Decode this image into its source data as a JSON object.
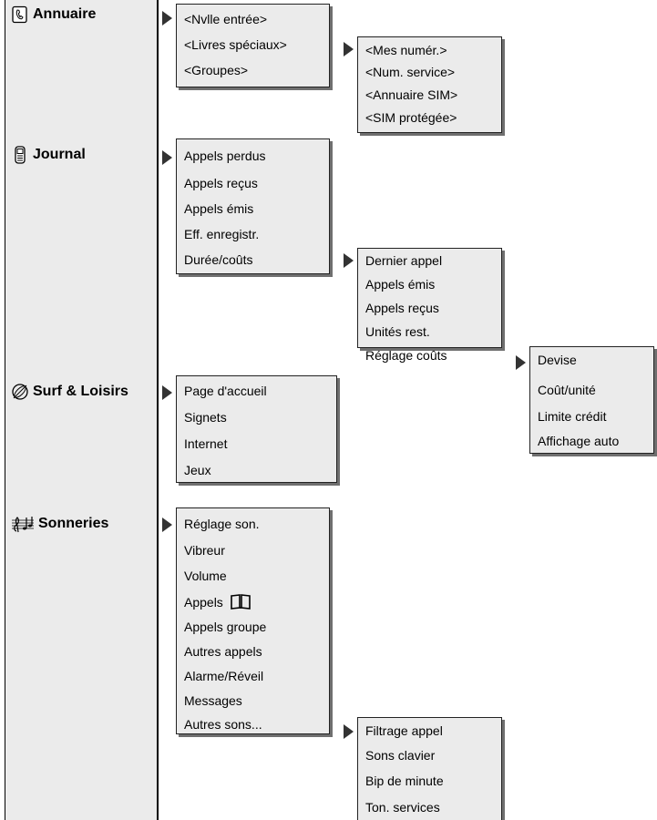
{
  "sections": [
    {
      "title": "Annuaire",
      "icon": "phonebook-icon",
      "submenu": [
        "<Nvlle entrée>",
        "<Livres spéciaux>",
        "<Groupes>"
      ],
      "subsubmenu": [
        "<Mes numér.>",
        "<Num. service>",
        "<Annuaire SIM>",
        "<SIM protégée>"
      ]
    },
    {
      "title": "Journal",
      "icon": "call-log-phone-icon",
      "submenu": [
        "Appels perdus",
        "Appels reçus",
        "Appels émis",
        "Eff. enregistr.",
        "Durée/coûts"
      ],
      "subsubmenu": [
        "Dernier appel",
        "Appels émis",
        "Appels reçus",
        "Unités rest.",
        "Réglage coûts"
      ],
      "subsubsubmenu": [
        "Devise",
        "Coût/unité",
        "Limite crédit",
        "Affichage auto"
      ]
    },
    {
      "title": "Surf & Loisirs",
      "icon": "globe-icon",
      "submenu": [
        "Page d'accueil",
        "Signets",
        "Internet",
        "Jeux"
      ]
    },
    {
      "title": "Sonneries",
      "icon": "music-note-icon",
      "submenu": [
        "Réglage son.",
        "Vibreur",
        "Volume",
        "Appels",
        "Appels groupe",
        "Autres appels",
        "Alarme/Réveil",
        "Messages",
        "Autres sons..."
      ],
      "submenu_icons": {
        "3": "open-book-icon"
      },
      "subsubmenu": [
        "Filtrage appel",
        "Sons clavier",
        "Bip de minute",
        "Ton. services"
      ]
    }
  ]
}
